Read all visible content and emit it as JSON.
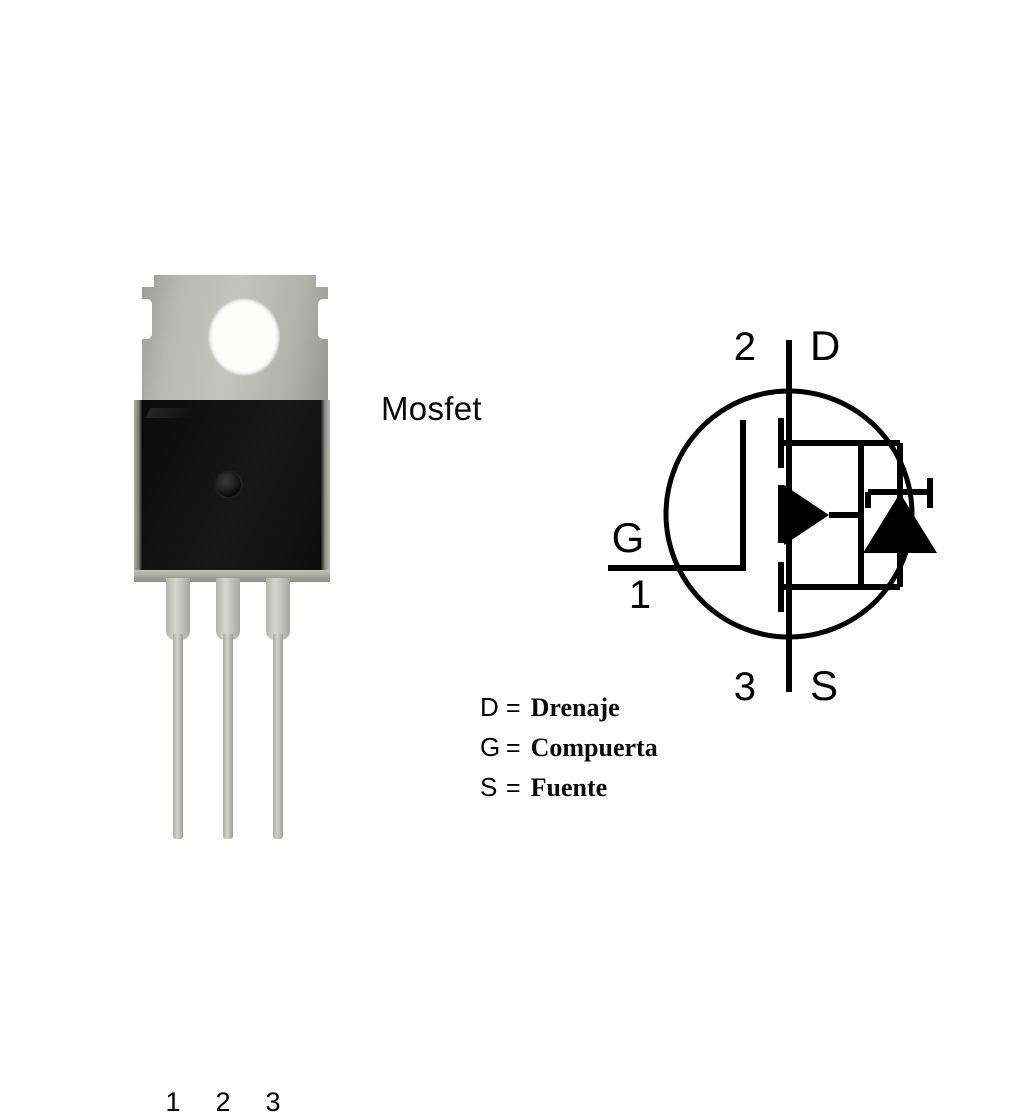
{
  "caption": "Mosfet",
  "package": {
    "type": "TO-220",
    "pin_numbers": [
      "1",
      "2",
      "3"
    ],
    "tab_color": "#b9b9b4",
    "body_color": "#111111",
    "lead_color": "#c5c5c0"
  },
  "symbol": {
    "terminals": [
      {
        "pin": "2",
        "letter": "D",
        "position": "top"
      },
      {
        "pin": "1",
        "letter": "G",
        "position": "left"
      },
      {
        "pin": "3",
        "letter": "S",
        "position": "bottom"
      }
    ],
    "device": "n-channel-enhancement-mosfet",
    "has_body_diode": true,
    "circle_color": "#000000"
  },
  "legend": [
    {
      "key": "D",
      "eq": "=",
      "value": "Drenaje"
    },
    {
      "key": "G",
      "eq": "=",
      "value": "Compuerta"
    },
    {
      "key": "S",
      "eq": "=",
      "value": "Fuente"
    }
  ],
  "colors": {
    "background": "#ffffff",
    "ink": "#000000"
  }
}
